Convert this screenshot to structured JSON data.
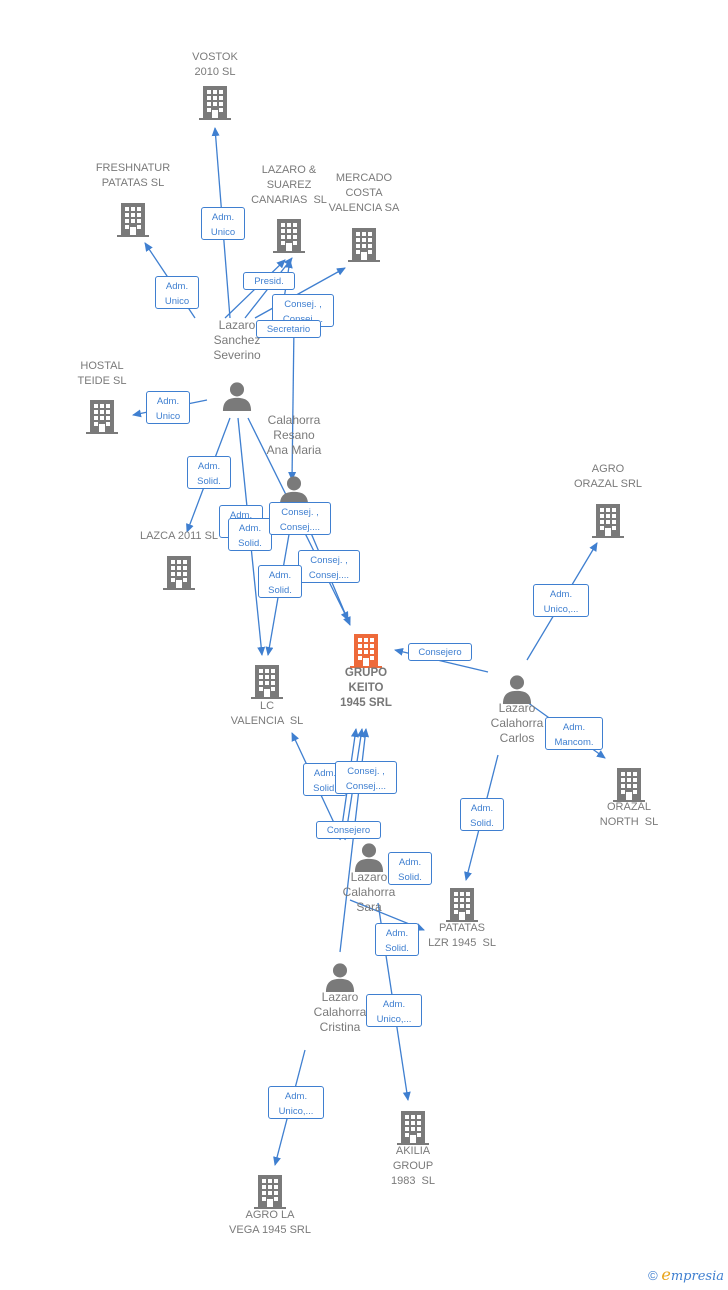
{
  "colors": {
    "link": "#3f7fd0",
    "node": "#7a7a7a",
    "focus": "#ee6a3a"
  },
  "nodes": [
    {
      "id": "vostok",
      "type": "company",
      "label": "VOSTOK\n2010 SL"
    },
    {
      "id": "freshnatur",
      "type": "company",
      "label": "FRESHNATUR\nPATATAS SL"
    },
    {
      "id": "lazaro_suarez",
      "type": "company",
      "label": "LAZARO &\nSUAREZ\nCANARIAS  SL"
    },
    {
      "id": "mercado",
      "type": "company",
      "label": "MERCADO\nCOSTA\nVALENCIA SA"
    },
    {
      "id": "hostal",
      "type": "company",
      "label": "HOSTAL\nTEIDE SL"
    },
    {
      "id": "lazca",
      "type": "company",
      "label": "LAZCA 2011 SL"
    },
    {
      "id": "agro_orazal",
      "type": "company",
      "label": "AGRO\nORAZAL SRL"
    },
    {
      "id": "lc_valencia",
      "type": "company",
      "label": "LC\nVALENCIA  SL"
    },
    {
      "id": "grupo_keito",
      "type": "focus",
      "label": "GRUPO\nKEITO\n1945 SRL"
    },
    {
      "id": "orazal_north",
      "type": "company",
      "label": "ORAZAL\nNORTH  SL"
    },
    {
      "id": "patatas_lzr",
      "type": "company",
      "label": "PATATAS\nLZR 1945  SL"
    },
    {
      "id": "akilia",
      "type": "company",
      "label": "AKILIA\nGROUP\n1983  SL"
    },
    {
      "id": "agro_vega",
      "type": "company",
      "label": "AGRO LA\nVEGA 1945 SRL"
    },
    {
      "id": "severino",
      "type": "person",
      "label": "Lazaro\nSanchez\nSeverino"
    },
    {
      "id": "ana",
      "type": "person",
      "label": "Calahorra\nResano\nAna Maria"
    },
    {
      "id": "carlos",
      "type": "person",
      "label": "Lazaro\nCalahorra\nCarlos"
    },
    {
      "id": "sara",
      "type": "person",
      "label": "Lazaro\nCalahorra\nSara"
    },
    {
      "id": "cristina",
      "type": "person",
      "label": "Lazaro\nCalahorra\nCristina"
    }
  ],
  "relations": [
    "Adm.\nUnico",
    "Adm.\nUnico",
    "Presid.",
    "Consej. ,\nConsej....",
    "Secretario",
    "Adm.\nUnico",
    "Adm.\nSolid.",
    "Adm.\nSolid.",
    "Adm.\nSolid.",
    "Consej. ,\nConsej....",
    "Consej. ,\nConsej....",
    "Adm.\nSolid.",
    "Adm.\nUnico,...",
    "Consejero",
    "Adm.\nMancom.",
    "Adm.\nSolid.",
    "Adm.\nSolid.",
    "Consej. ,\nConsej....",
    "Consejero",
    "Adm.\nSolid.",
    "Adm.\nSolid.",
    "Adm.\nUnico,...",
    "Adm.\nUnico,..."
  ],
  "footer": {
    "copyright": "©",
    "brand_initial": "e",
    "brand_rest": "mpresia"
  }
}
